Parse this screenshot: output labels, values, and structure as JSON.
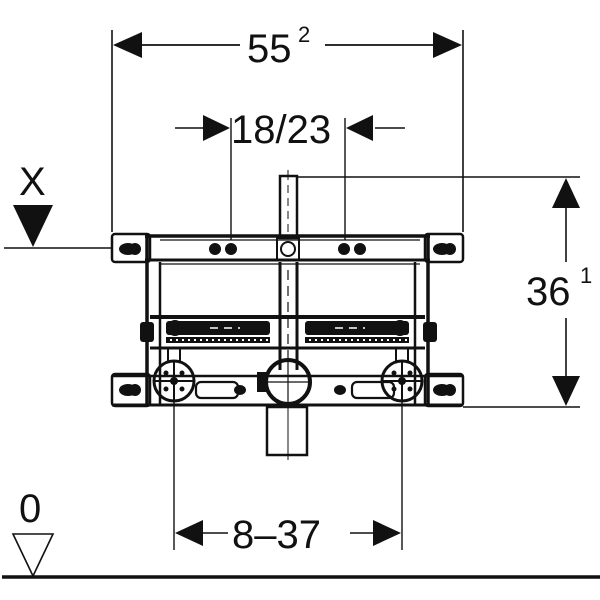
{
  "diagram": {
    "type": "technical-installation-drawing",
    "colors": {
      "line": "#111111",
      "background": "#ffffff"
    },
    "dimensions": {
      "overall_width": {
        "value": "55",
        "superscript": "2"
      },
      "bracket_spacing": {
        "value": "18/23"
      },
      "height": {
        "value": "36",
        "superscript": "1"
      },
      "outlet_spacing": {
        "value": "8–37"
      }
    },
    "markers": {
      "reference_level": {
        "label": "X"
      },
      "floor_level": {
        "label": "0"
      }
    }
  }
}
